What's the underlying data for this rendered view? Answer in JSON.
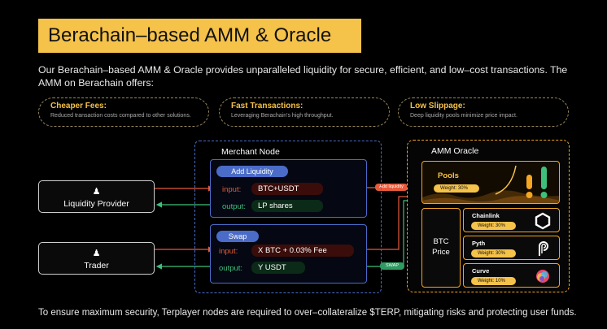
{
  "header": {
    "title": "Berachain–based AMM & Oracle"
  },
  "intro": "Our Berachain–based AMM & Oracle provides unparalleled liquidity for secure, efficient, and low–cost transactions. The AMM on Berachain offers:",
  "features": [
    {
      "title": "Cheaper Fees:",
      "desc": "Reduced transaction costs compared to other solutions."
    },
    {
      "title": "Fast Transactions:",
      "desc": "Leveraging Berachain's high throughput."
    },
    {
      "title": "Low Slippage:",
      "desc": "Deep liquidity pools minimize price impact."
    }
  ],
  "actors": {
    "liquidity_provider": "Liquidity Provider",
    "trader": "Trader"
  },
  "merchant": {
    "title": "Merchant Node",
    "add_liquidity": {
      "label": "Add Liquidity",
      "input_label": "input:",
      "input_value": "BTC+USDT",
      "output_label": "output:",
      "output_value": "LP shares"
    },
    "swap": {
      "label": "Swap",
      "input_label": "input:",
      "input_value": "X BTC + 0.03% Fee",
      "output_label": "output:",
      "output_value": "Y USDT"
    }
  },
  "connectors": {
    "add_liquidity_tag": "Add liquidity",
    "swap_tag": "SWAP"
  },
  "amm": {
    "title": "AMM Oracle",
    "pools": {
      "label": "Pools",
      "weight": "Weight:  30%"
    },
    "btc_price": {
      "line1": "BTC",
      "line2": "Price"
    },
    "oracles": [
      {
        "name": "Chainlink",
        "weight": "Weight:  30%",
        "icon": "chainlink-hexagon-icon"
      },
      {
        "name": "Pyth",
        "weight": "Weight:  30%",
        "icon": "pyth-p-icon"
      },
      {
        "name": "Curve",
        "weight": "Weight:  10%",
        "icon": "curve-icon"
      }
    ]
  },
  "footer": "To ensure maximum security, Terplayer nodes are required to over–collateralize $TERP, mitigating risks and protecting user funds.",
  "colors": {
    "accent": "#f5c24a",
    "merchant_border": "#4a6cc8",
    "amm_border": "#f5a623",
    "input_red": "#e85a3a",
    "output_green": "#3fc07a"
  }
}
